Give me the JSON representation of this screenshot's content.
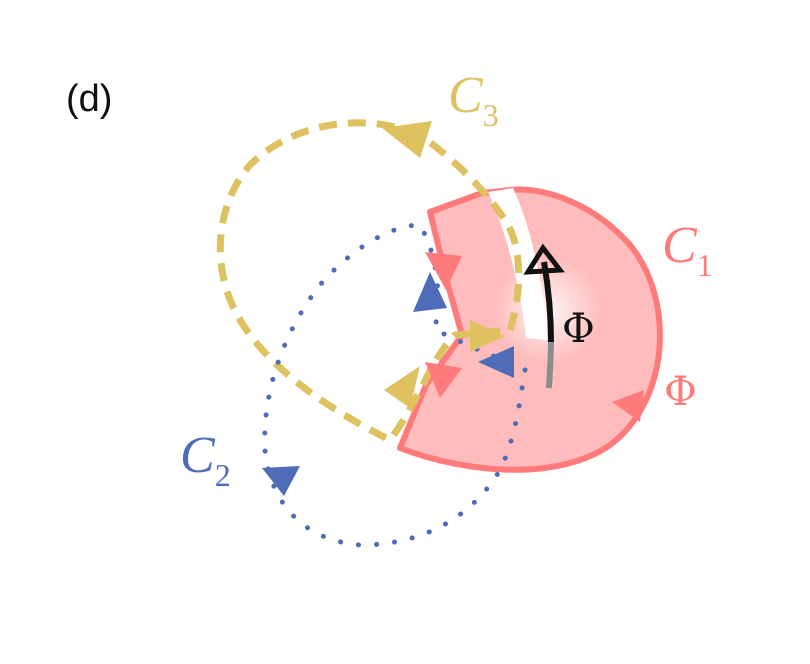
{
  "panel_label": "(d)",
  "colors": {
    "c1": "#ff7a7a",
    "c1_fill": "#ffbcbc",
    "c2": "#4e6cb8",
    "c3": "#dfc160",
    "flux_arrow": "#111111",
    "flux_tail": "#8c8c8c",
    "background": "#ffffff"
  },
  "labels": {
    "c1": {
      "base": "C",
      "sub": "1"
    },
    "c2": {
      "base": "C",
      "sub": "2"
    },
    "c3": {
      "base": "C",
      "sub": "3"
    },
    "phi_inner": "Φ",
    "phi_outer": "Φ"
  }
}
